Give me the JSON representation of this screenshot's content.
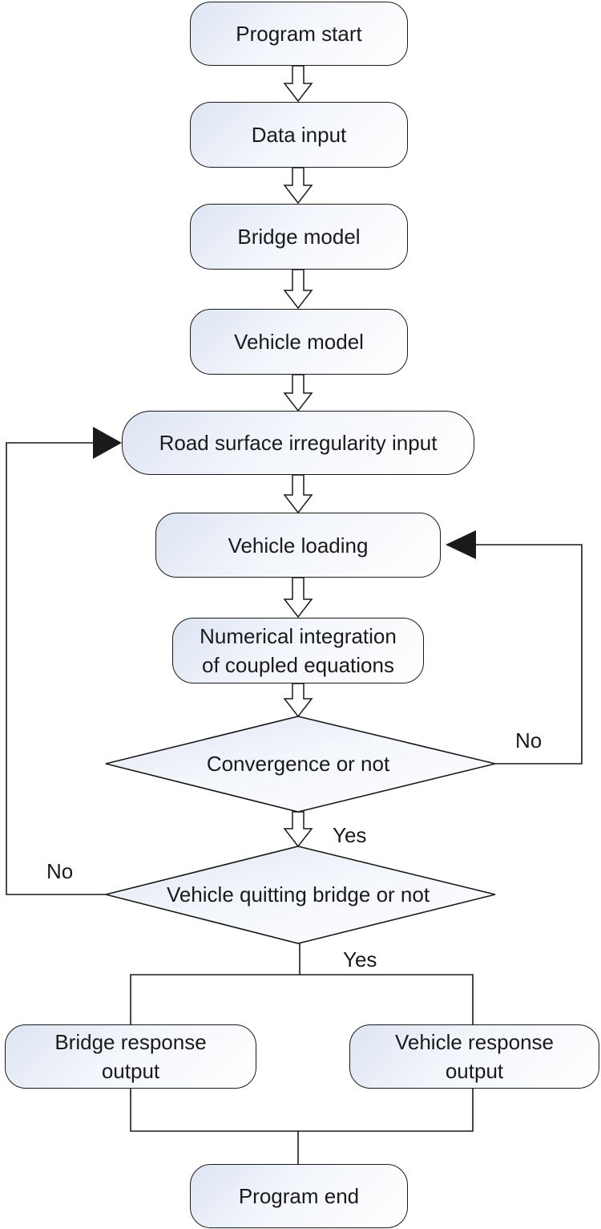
{
  "flowchart": {
    "start": "Program start",
    "data_input": "Data input",
    "bridge_model": "Bridge model",
    "vehicle_model": "Vehicle model",
    "road_surface": "Road surface irregularity input",
    "vehicle_loading": "Vehicle loading",
    "numerical_integration": "Numerical integration\nof coupled equations",
    "convergence": "Convergence or not",
    "quitting": "Vehicle quitting bridge or not",
    "bridge_output": "Bridge response\noutput",
    "vehicle_output": "Vehicle response\noutput",
    "end": "Program end"
  },
  "labels": {
    "convergence_no": "No",
    "convergence_yes": "Yes",
    "quitting_no": "No",
    "quitting_yes": "Yes"
  },
  "colors": {
    "stroke": "#1a1a1a",
    "box_fill_start": "#dde5f3",
    "box_fill_end": "#ffffff"
  }
}
